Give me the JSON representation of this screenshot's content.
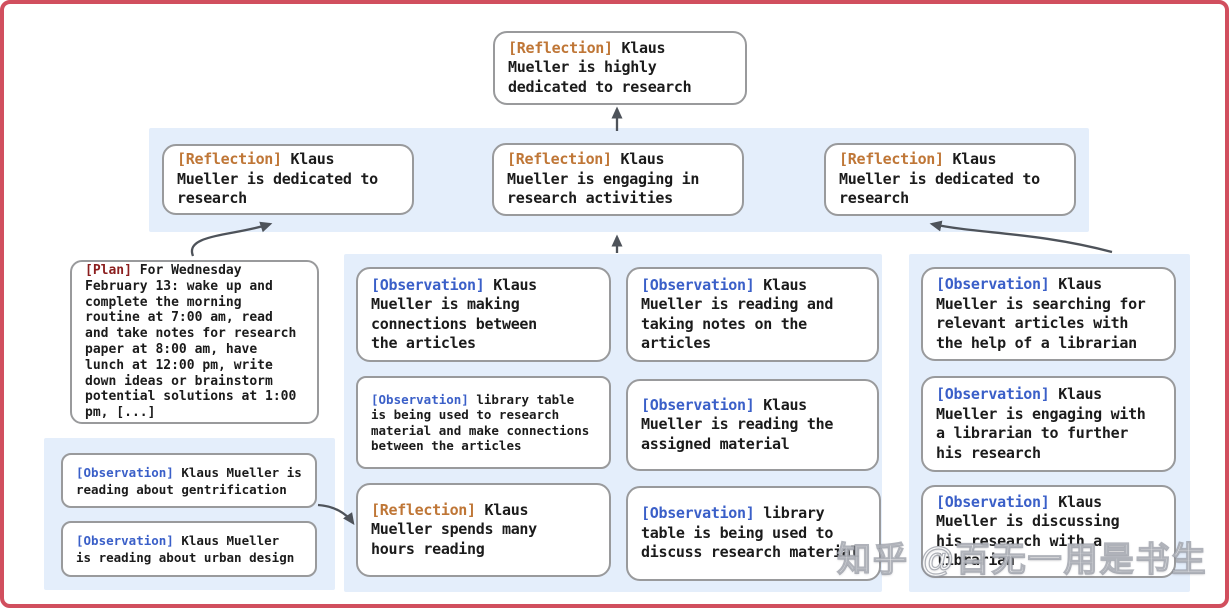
{
  "colors": {
    "reflection_tag": "#bf7636",
    "observation_tag": "#3a5fc8",
    "plan_tag": "#8b1e1e",
    "cluster_panel_bg": "#e4eefb",
    "node_border": "#999a9c",
    "arrow": "#4e535a",
    "frame_border": "#d14f5e"
  },
  "nodes": {
    "top": {
      "tag": "[Reflection]",
      "text": "Klaus Mueller is highly dedicated to research"
    },
    "row2_left": {
      "tag": "[Reflection]",
      "text": "Klaus Mueller is dedicated to research"
    },
    "row2_mid": {
      "tag": "[Reflection]",
      "text": "Klaus Mueller is engaging in research activities"
    },
    "row2_right": {
      "tag": "[Reflection]",
      "text": "Klaus Mueller is dedicated to research"
    },
    "plan": {
      "tag": "[Plan]",
      "text": "For Wednesday February 13: wake up and complete the morning routine at 7:00 am, read and take notes for research paper at 8:00 am, have lunch at 12:00 pm, write down ideas or brainstorm potential solutions at 1:00 pm, [...]"
    },
    "bl_obs1": {
      "tag": "[Observation]",
      "text": "Klaus Mueller is reading about gentrification"
    },
    "bl_obs2": {
      "tag": "[Observation]",
      "text": "Klaus Mueller is reading about urban design"
    },
    "mid_a1": {
      "tag": "[Observation]",
      "text": "Klaus Mueller is making connections between the articles"
    },
    "mid_a2": {
      "tag": "[Observation]",
      "text": "library table is being used to research material and make connections between the articles"
    },
    "mid_a3": {
      "tag": "[Reflection]",
      "text": "Klaus Mueller spends many hours reading"
    },
    "mid_b1": {
      "tag": "[Observation]",
      "text": "Klaus Mueller is reading and taking notes on the articles"
    },
    "mid_b2": {
      "tag": "[Observation]",
      "text": "Klaus Mueller is reading the assigned material"
    },
    "mid_b3": {
      "tag": "[Observation]",
      "text": "library table is being used to discuss research material"
    },
    "right_c1": {
      "tag": "[Observation]",
      "text": "Klaus Mueller is searching for relevant articles with the help of a librarian"
    },
    "right_c2": {
      "tag": "[Observation]",
      "text": "Klaus Mueller is engaging with a librarian to further his research"
    },
    "right_c3": {
      "tag": "[Observation]",
      "text": "Klaus Mueller is discussing his research with a librarian"
    }
  },
  "watermark": "知乎 @百无一用是书生"
}
